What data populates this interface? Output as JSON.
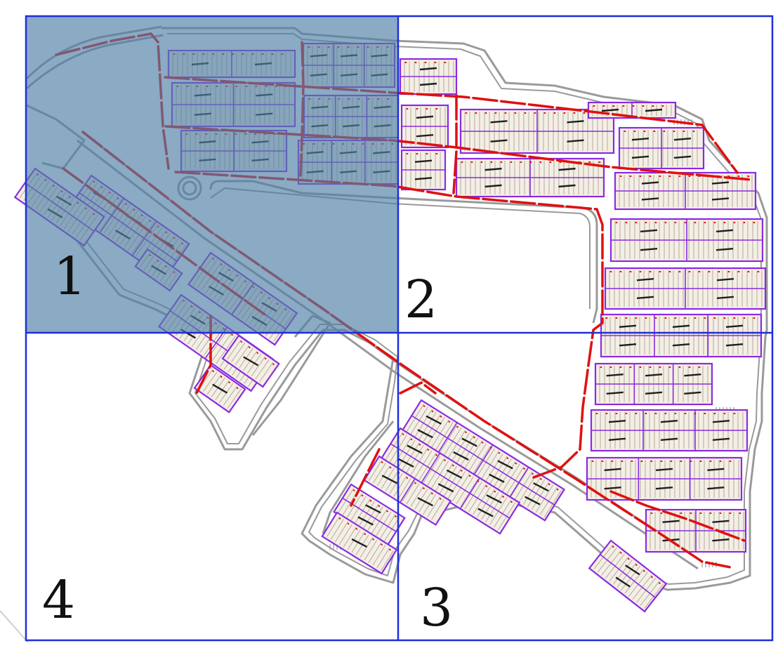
{
  "colors": {
    "grid_line": "#1f2fd8",
    "selected_fill": "#4f7ea6",
    "road": "#9a9a9a",
    "pipe": "#e01010",
    "block_outline": "#8a2be2",
    "block_fill": "#f4efe4",
    "row_line": "#b3aaa0",
    "label_mark": "#1f1f1f"
  },
  "quadrants": [
    {
      "label": "1",
      "selected": true
    },
    {
      "label": "2",
      "selected": false
    },
    {
      "label": "3",
      "selected": false
    },
    {
      "label": "4",
      "selected": false
    }
  ]
}
